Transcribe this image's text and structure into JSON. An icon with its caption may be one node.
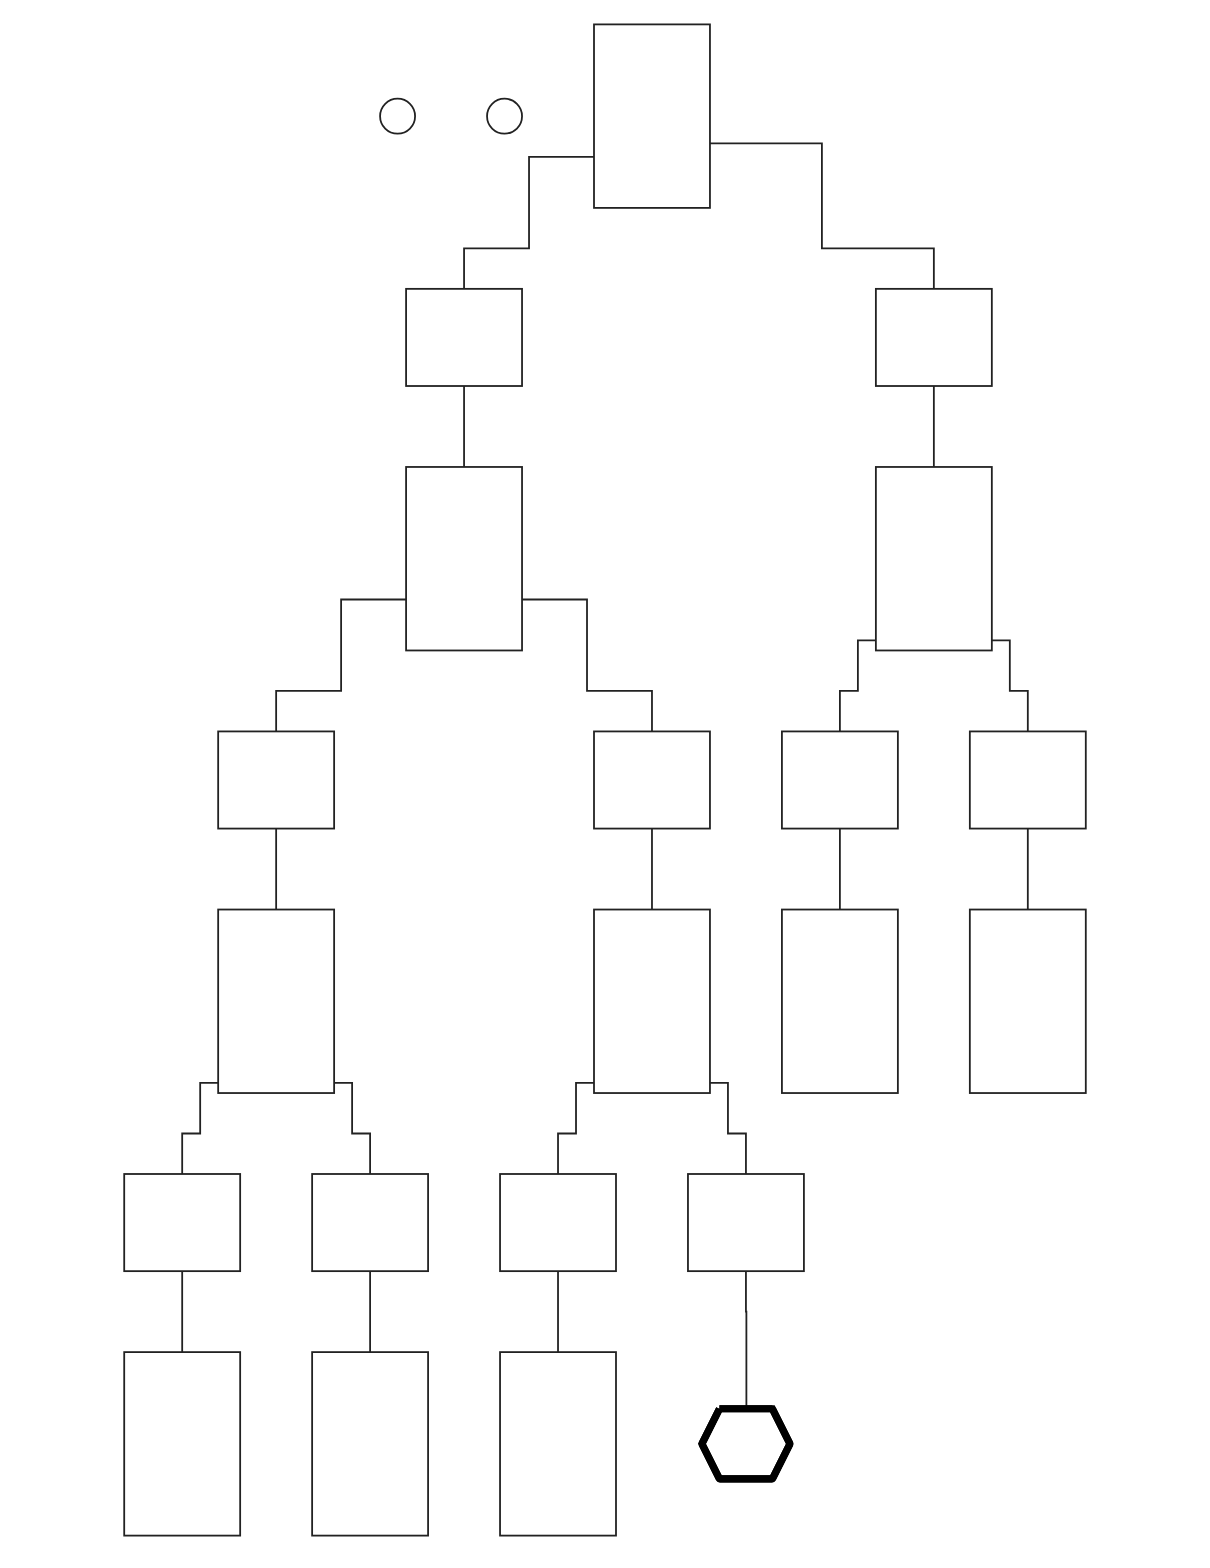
{
  "diagram": {
    "nodes": [
      {
        "text": [],
        "shape": "circle"
      },
      {
        "text": [],
        "shape": "circle"
      },
      {
        "text": [],
        "shape": "box"
      },
      {
        "text": [],
        "shape": "box"
      },
      {
        "text": [],
        "shape": "box"
      },
      {
        "text": [],
        "shape": "box"
      },
      {
        "text": [],
        "shape": "box"
      },
      {
        "text": [],
        "shape": "box"
      },
      {
        "text": [],
        "shape": "box"
      },
      {
        "text": [],
        "shape": "box"
      },
      {
        "text": [],
        "shape": "box"
      },
      {
        "text": [],
        "shape": "box"
      },
      {
        "text": [],
        "shape": "box"
      },
      {
        "text": [],
        "shape": "box"
      },
      {
        "text": [],
        "shape": "box"
      },
      {
        "text": [],
        "shape": "box"
      },
      {
        "text": [],
        "shape": "box"
      },
      {
        "text": [],
        "shape": "box"
      },
      {
        "text": [],
        "shape": "box"
      },
      {
        "text": [],
        "shape": "box"
      },
      {
        "text": [],
        "shape": "box"
      },
      {
        "text": [],
        "shape": "box"
      },
      {
        "text": [],
        "shape": "octagon"
      }
    ],
    "edges": [
      {
        "from": 2,
        "to": 3,
        "arrow": "none"
      },
      {
        "from": 2,
        "to": 4,
        "arrow": "none"
      },
      {
        "from": 3,
        "to": 5,
        "arrow": "none"
      },
      {
        "from": 4,
        "to": 6,
        "arrow": "none"
      },
      {
        "from": 5,
        "to": 7,
        "arrow": "none"
      },
      {
        "from": 5,
        "to": 8,
        "arrow": "none"
      },
      {
        "from": 6,
        "to": 9,
        "arrow": "none"
      },
      {
        "from": 6,
        "to": 10,
        "arrow": "none"
      },
      {
        "from": 7,
        "to": 11,
        "arrow": "none"
      },
      {
        "from": 8,
        "to": 12,
        "arrow": "none"
      },
      {
        "from": 9,
        "to": 13,
        "arrow": "none"
      },
      {
        "from": 10,
        "to": 14,
        "arrow": "none"
      },
      {
        "from": 11,
        "to": 15,
        "arrow": "none"
      },
      {
        "from": 11,
        "to": 16,
        "arrow": "none"
      },
      {
        "from": 12,
        "to": 17,
        "arrow": "none"
      },
      {
        "from": 12,
        "to": 18,
        "arrow": "none"
      },
      {
        "from": 15,
        "to": 19,
        "arrow": "none"
      },
      {
        "from": 16,
        "to": 20,
        "arrow": "none"
      },
      {
        "from": 17,
        "to": 21,
        "arrow": "none"
      },
      {
        "from": 18,
        "to": 22,
        "arrow": "none"
      }
    ]
  }
}
